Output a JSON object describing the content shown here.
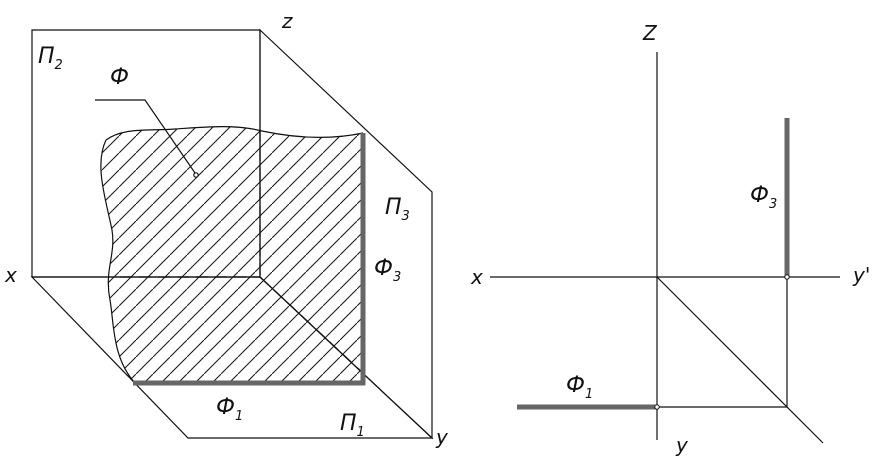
{
  "left_view": {
    "axis_z": "z",
    "axis_x": "x",
    "axis_y": "y",
    "plane_frontal": {
      "main": "П",
      "sub": "2"
    },
    "plane_profile": {
      "main": "П",
      "sub": "3"
    },
    "plane_horizontal": {
      "main": "П",
      "sub": "1"
    },
    "plane_label": "Ф",
    "trace_profile": {
      "main": "Ф",
      "sub": "3"
    },
    "trace_horizontal": {
      "main": "Ф",
      "sub": "1"
    }
  },
  "right_view": {
    "axis_z": "Z",
    "axis_x": "x",
    "axis_y_prime": "y'",
    "axis_y": "y",
    "trace_profile": {
      "main": "Ф",
      "sub": "3"
    },
    "trace_horizontal": {
      "main": "Ф",
      "sub": "1"
    }
  },
  "colors": {
    "line": "#111111",
    "trace": "#666666",
    "background": "#ffffff"
  }
}
